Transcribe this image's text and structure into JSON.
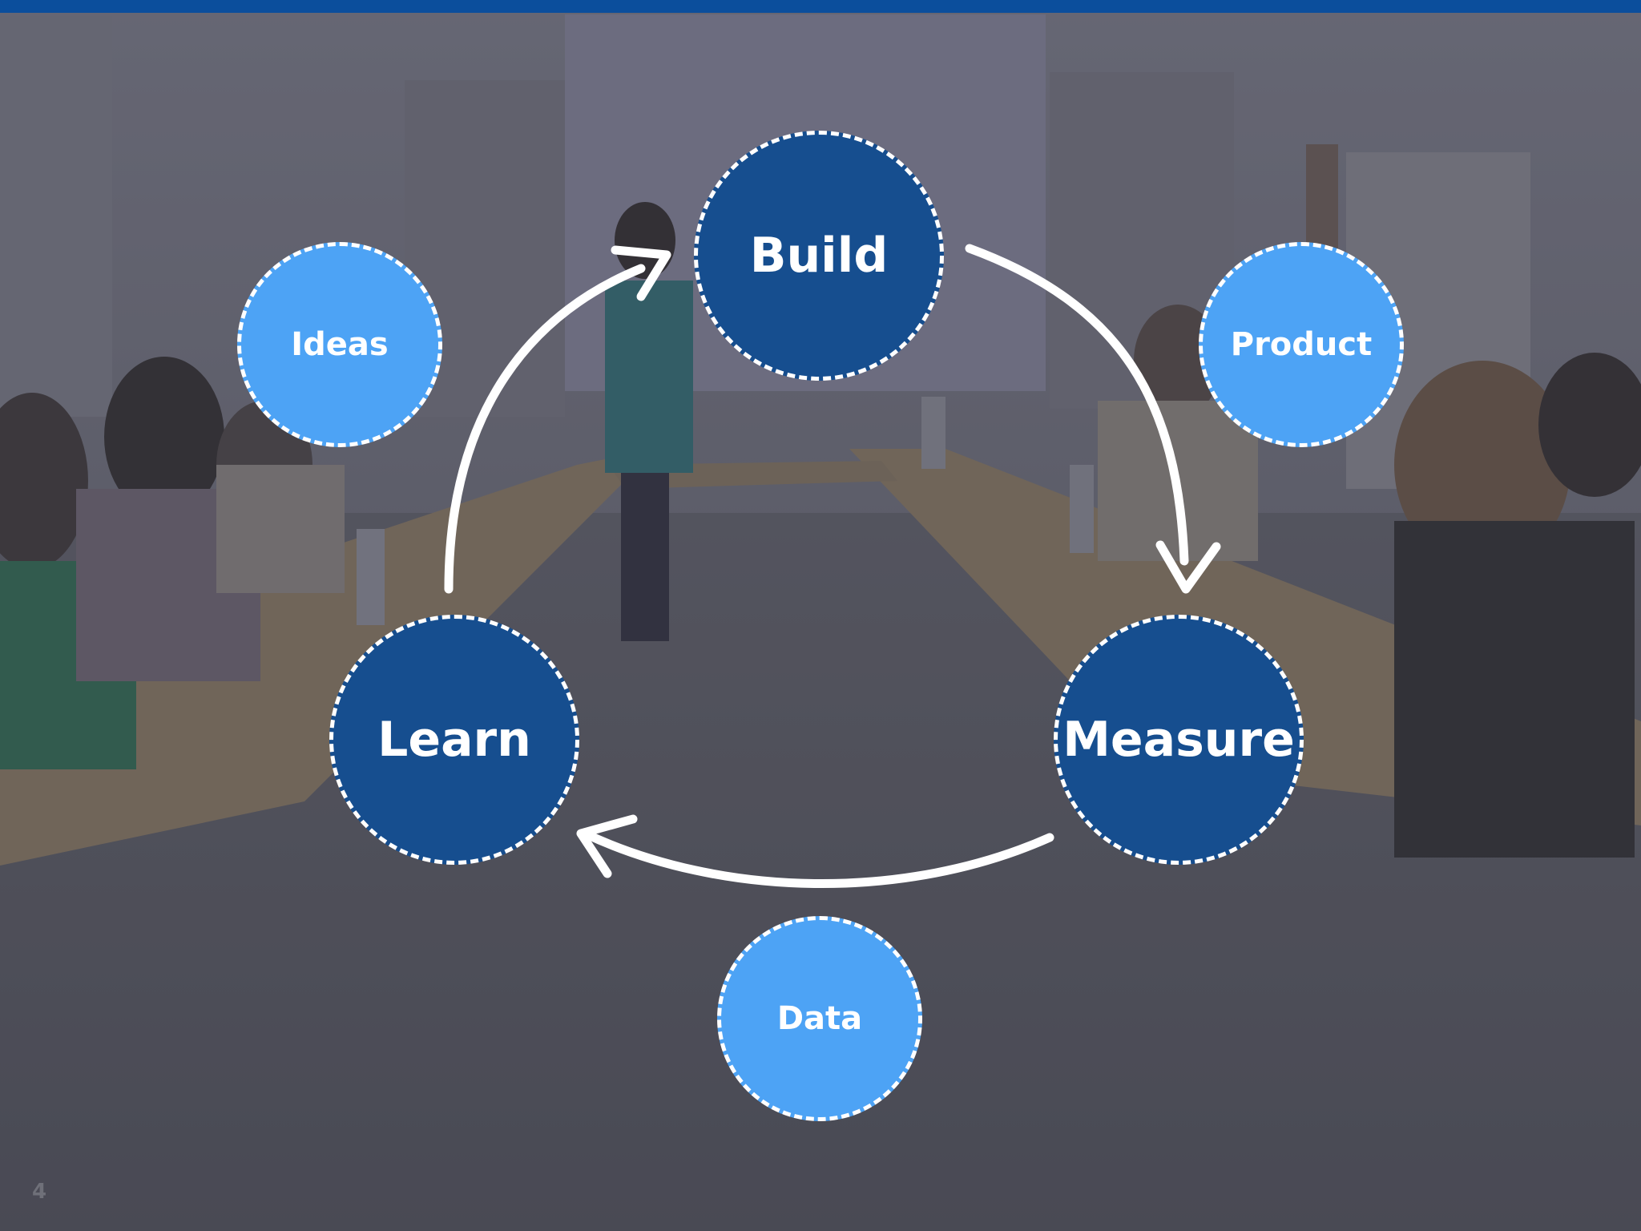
{
  "slide": {
    "page_number": "4",
    "top_bar_color": "#0b4e9c"
  },
  "background": {
    "description_icon": "meeting-room-photo",
    "overlay_color": "#5a5c6a"
  },
  "cycle": {
    "nodes": [
      {
        "key": "build",
        "label": "Build",
        "color": "#164e8f"
      },
      {
        "key": "measure",
        "label": "Measure",
        "color": "#164e8f"
      },
      {
        "key": "learn",
        "label": "Learn",
        "color": "#164e8f"
      }
    ],
    "outputs": [
      {
        "key": "ideas",
        "label": "Ideas",
        "color": "#4da3f5"
      },
      {
        "key": "product",
        "label": "Product",
        "color": "#4da3f5"
      },
      {
        "key": "data",
        "label": "Data",
        "color": "#4da3f5"
      }
    ],
    "arrow_color": "#ffffff"
  }
}
